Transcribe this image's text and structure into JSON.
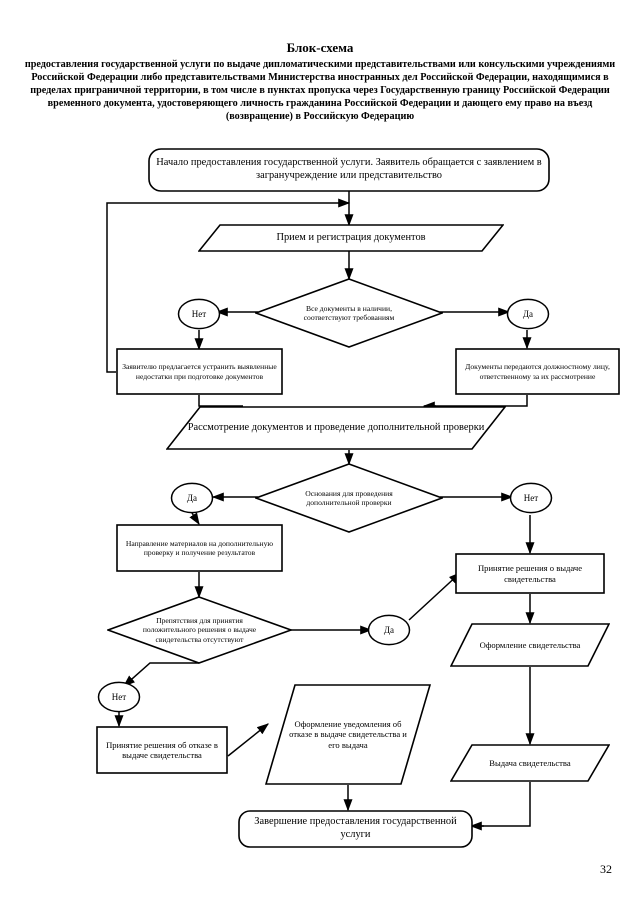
{
  "document": {
    "title": "Блок-схема",
    "subtitle": "предоставления государственной услуги по выдаче дипломатическими представительствами или консульскими учреждениями Российской Федерации либо представительствами Министерства иностранных дел Российской Федерации, находящимися в пределах приграничной территории, в том числе в пунктах пропуска через Государственную границу Российской Федерации временного документа, удостоверяющего личность гражданина Российской Федерации и дающего ему право на въезд (возвращение) в Российскую Федерацию",
    "page_number": "32"
  },
  "chart_data": {
    "type": "diagram",
    "diagram_kind": "flowchart",
    "title": "Блок-схема",
    "nodes": [
      {
        "id": "start",
        "shape": "terminator",
        "text": "Начало предоставления государственной услуги. Заявитель обращается с заявлением в загранучреждение или представительство"
      },
      {
        "id": "intake",
        "shape": "parallelogram",
        "text": "Прием и регистрация документов"
      },
      {
        "id": "d1",
        "shape": "diamond",
        "text": "Все документы в наличии, соответствуют требованиям"
      },
      {
        "id": "fix",
        "shape": "rectangle",
        "text": "Заявителю предлагается устранить выявленные недостатки при подготовке документов"
      },
      {
        "id": "transfer",
        "shape": "rectangle",
        "text": "Документы передаются должностному лицу, ответственному за их рассмотрение"
      },
      {
        "id": "review",
        "shape": "parallelogram",
        "text": "Рассмотрение документов и проведение дополнительной проверки"
      },
      {
        "id": "d2",
        "shape": "diamond",
        "text": "Основания для проведения дополнительной проверки"
      },
      {
        "id": "extracheck",
        "shape": "rectangle",
        "text": "Направление материалов на дополнительную проверку и получение результатов"
      },
      {
        "id": "d3",
        "shape": "diamond",
        "text": "Препятствия для принятия положительного решения о выдаче свидетельства отсутствуют"
      },
      {
        "id": "decision_yes",
        "shape": "rectangle",
        "text": "Принятие решения о выдаче свидетельства"
      },
      {
        "id": "issue_form",
        "shape": "parallelogram",
        "text": "Оформление свидетельства"
      },
      {
        "id": "handout",
        "shape": "parallelogram",
        "text": "Выдача свидетельства"
      },
      {
        "id": "decision_no",
        "shape": "rectangle",
        "text": "Принятие решения об отказе в выдаче свидетельства"
      },
      {
        "id": "refusal_form",
        "shape": "parallelogram",
        "text": "Оформление уведомления об отказе в выдаче свидетельства и его выдача"
      },
      {
        "id": "end",
        "shape": "terminator",
        "text": "Завершение предоставления государственной услуги"
      }
    ],
    "decision_labels": [
      {
        "id": "d1-no",
        "text": "Нет",
        "for": "d1",
        "side": "left"
      },
      {
        "id": "d1-yes",
        "text": "Да",
        "for": "d1",
        "side": "right"
      },
      {
        "id": "d2-yes",
        "text": "Да",
        "for": "d2",
        "side": "left"
      },
      {
        "id": "d2-no",
        "text": "Нет",
        "for": "d2",
        "side": "right"
      },
      {
        "id": "d3-yes",
        "text": "Да",
        "for": "d3",
        "side": "right"
      },
      {
        "id": "d3-no",
        "text": "Нет",
        "for": "d3",
        "side": "left"
      }
    ],
    "edges": [
      {
        "from": "start",
        "to": "intake",
        "label": ""
      },
      {
        "from": "intake",
        "to": "d1",
        "label": ""
      },
      {
        "from": "d1",
        "to": "fix",
        "label": "Нет"
      },
      {
        "from": "d1",
        "to": "transfer",
        "label": "Да"
      },
      {
        "from": "fix",
        "to": "intake",
        "label": ""
      },
      {
        "from": "transfer",
        "to": "review",
        "label": ""
      },
      {
        "from": "review",
        "to": "d2",
        "label": ""
      },
      {
        "from": "d2",
        "to": "extracheck",
        "label": "Да"
      },
      {
        "from": "d2",
        "to": "decision_yes",
        "label": "Нет"
      },
      {
        "from": "extracheck",
        "to": "d3",
        "label": ""
      },
      {
        "from": "d3",
        "to": "decision_yes",
        "label": "Да"
      },
      {
        "from": "d3",
        "to": "decision_no",
        "label": "Нет"
      },
      {
        "from": "decision_yes",
        "to": "issue_form",
        "label": ""
      },
      {
        "from": "issue_form",
        "to": "handout",
        "label": ""
      },
      {
        "from": "handout",
        "to": "end",
        "label": ""
      },
      {
        "from": "decision_no",
        "to": "refusal_form",
        "label": ""
      },
      {
        "from": "refusal_form",
        "to": "end",
        "label": ""
      }
    ]
  }
}
